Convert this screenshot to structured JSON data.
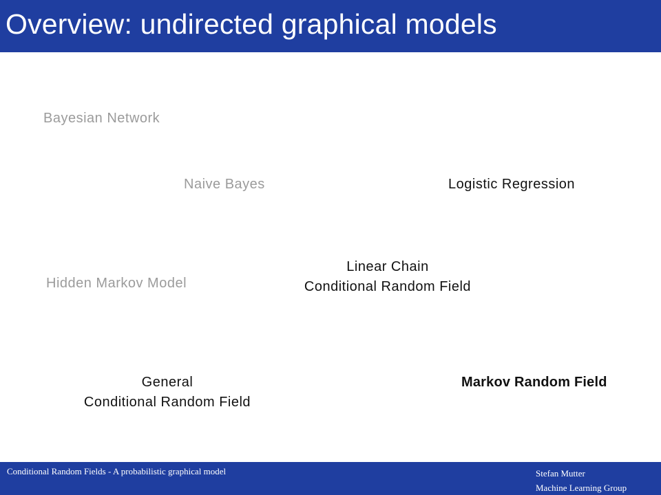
{
  "slide": {
    "title": "Overview: undirected graphical models"
  },
  "nodes": {
    "bayesian_network": "Bayesian Network",
    "naive_bayes": "Naive Bayes",
    "logistic_regression": "Logistic Regression",
    "linear_chain_crf": [
      "Linear Chain",
      "Conditional Random Field"
    ],
    "hidden_markov_model": "Hidden Markov Model",
    "general_crf": [
      "General",
      "Conditional Random Field"
    ],
    "markov_random_field": "Markov Random Field"
  },
  "footer": {
    "left": "Conditional Random Fields  - A probabilistic  graphical  model",
    "right_author": "Stefan Mutter",
    "right_group": "Machine Learning Group"
  },
  "colors": {
    "header_bg": "#1f3ea0",
    "footer_bg": "#1f3ea0",
    "inactive_text": "#9b9b9b",
    "active_text": "#111111"
  }
}
